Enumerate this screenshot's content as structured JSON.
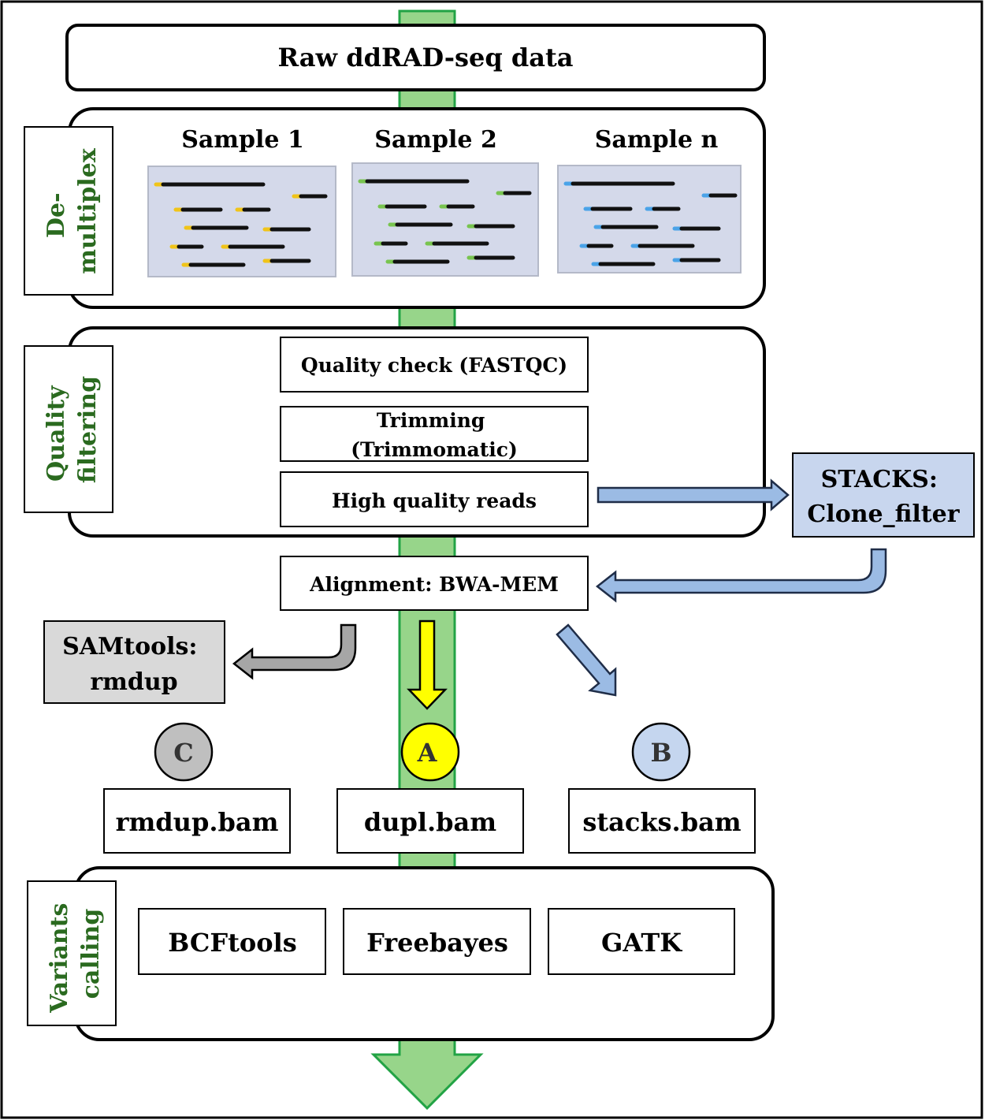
{
  "title": "Raw ddRAD-seq data",
  "samples": [
    "Sample 1",
    "Sample 2",
    "Sample n"
  ],
  "stages": {
    "demultiplex": [
      "De-",
      "multiplex"
    ],
    "quality": [
      "Quality",
      "filtering"
    ],
    "variants": [
      "Variants",
      "calling"
    ]
  },
  "steps": {
    "quality_check": "Quality check (FASTQC)",
    "trimming": [
      "Trimming",
      "(Trimmomatic)"
    ],
    "high_quality": "High quality reads",
    "alignment": "Alignment: BWA-MEM"
  },
  "stacks": [
    "STACKS:",
    "Clone_filter"
  ],
  "samtools": [
    "SAMtools:",
    "rmdup"
  ],
  "pipelines": [
    {
      "letter": "C",
      "file": "rmdup.bam",
      "color": "#bfbfbf"
    },
    {
      "letter": "A",
      "file": "dupl.bam",
      "color": "#ffff00"
    },
    {
      "letter": "B",
      "file": "stacks.bam",
      "color": "#c5d6ef"
    }
  ],
  "callers": [
    "BCFtools",
    "Freebayes",
    "GATK"
  ],
  "colors": {
    "main_arrow": "#97d58a",
    "main_arrow_border": "#22a345",
    "stage_label": "#2a6a1f",
    "blue_arrow": "#9bbbe4",
    "gray_arrow": "#a6a6a6",
    "yellow_arrow": "#ffff00",
    "panel_blue": "#c8d6ee",
    "panel_gray": "#d9d9d9",
    "sample1_tag": "#f0c419",
    "sample2_tag": "#78c44f",
    "sample_n_tag": "#4aa3e8"
  }
}
